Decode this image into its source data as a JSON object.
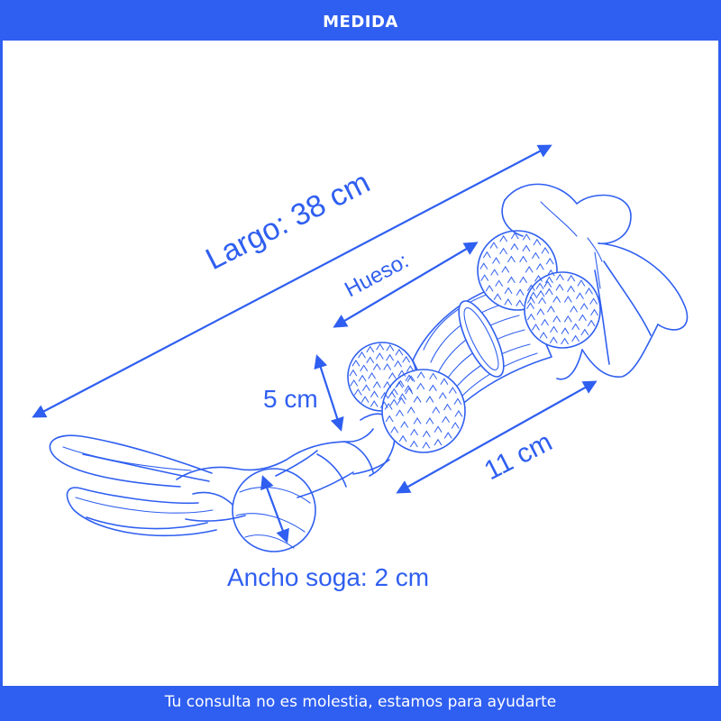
{
  "header": {
    "title": "MEDIDA"
  },
  "labels": {
    "length": "Largo: 38 cm",
    "bone": "Hueso:",
    "height": "5 cm",
    "bone_length": "11 cm",
    "rope_width": "Ancho soga: 2 cm"
  },
  "footer": {
    "message": "Tu consulta no es molestia, estamos para ayudarte"
  },
  "colors": {
    "accent": "#2f5ff0",
    "background": "#ffffff"
  }
}
